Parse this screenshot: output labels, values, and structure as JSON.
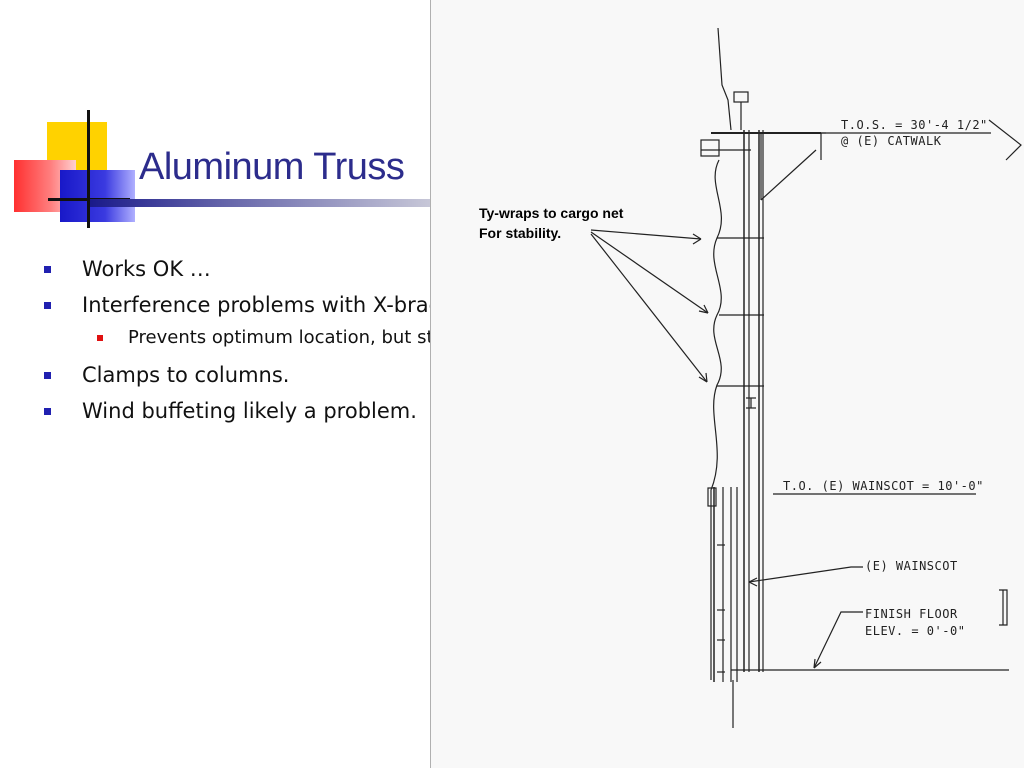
{
  "slide": {
    "title": "Aluminum Truss",
    "bullets": [
      {
        "level": 1,
        "text": "Works OK …"
      },
      {
        "level": 1,
        "text": "Interference problems with X-bracing."
      },
      {
        "level": 2,
        "text": "Prevents optimum location, but still OK."
      },
      {
        "level": 1,
        "text": "Clamps to columns."
      },
      {
        "level": 1,
        "text": "Wind buffeting likely a problem."
      }
    ]
  },
  "drawing": {
    "note_line1": "Ty-wraps to cargo net",
    "note_line2": "For stability.",
    "tos_line1": "T.O.S. = 30'-4 1/2\"",
    "tos_line2": "@ (E) CATWALK",
    "wainscot_top": "T.O. (E) WAINSCOT = 10'-0\"",
    "wainscot": "(E) WAINSCOT",
    "floor_line1": "FINISH FLOOR",
    "floor_line2": "ELEV. = 0'-0\""
  },
  "colors": {
    "title": "#2c2c8c",
    "bullet_l1": "#2020b0",
    "bullet_l2": "#e01010",
    "logo_yellow": "#ffd200",
    "logo_red": "#ff3030",
    "logo_blue": "#1818c8"
  }
}
